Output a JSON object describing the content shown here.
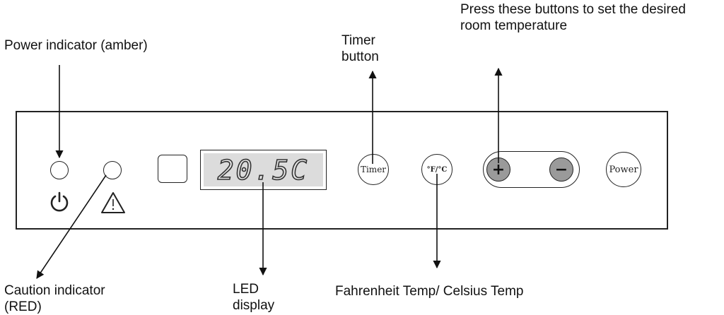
{
  "labels": {
    "power_indicator": "Power indicator (amber)",
    "timer_button": "Timer\nbutton",
    "temp_buttons": "Press these buttons to set the  desired\nroom temperature",
    "caution_indicator": "Caution indicator\n(RED)",
    "led_display": "LED\ndisplay",
    "fahrenheit_celsius": "Fahrenheit Temp/ Celsius Temp"
  },
  "panel": {
    "led_value": "20.5C",
    "timer_label": "Timer",
    "fc_label": "°F/°C",
    "plus_label": "+",
    "minus_label": "−",
    "power_label": "Power"
  },
  "icons": [
    "power-icon",
    "warning-triangle-icon"
  ],
  "colors": {
    "line": "#222222",
    "button_fill": "#9a9a9a",
    "led_screen": "#dcdcdc"
  }
}
